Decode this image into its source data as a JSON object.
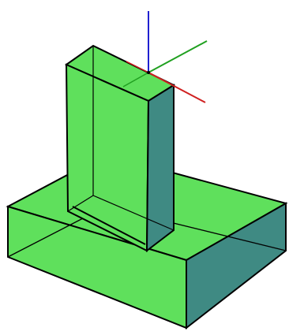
{
  "scene": {
    "background": "#ffffff",
    "model_type": "3d-isometric-solid",
    "colors": {
      "green_face": "#5fe05c",
      "teal_face": "#3f8a83",
      "edge": "#000000",
      "axis_x": "#d02020",
      "axis_y": "#20a020",
      "axis_z": "#2020d0"
    },
    "axes": [
      "x-axis",
      "y-axis",
      "z-axis"
    ],
    "objects": [
      "base-slab",
      "vertical-column"
    ]
  }
}
